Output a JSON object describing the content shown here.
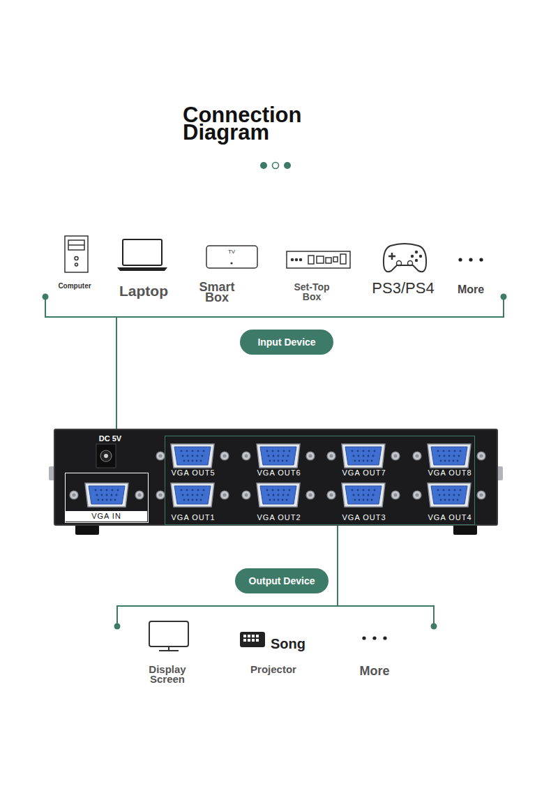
{
  "diagram": {
    "title": "Connection Diagram",
    "nodes": [
      {
        "text": [
          "Input Device"
        ]
      },
      {
        "text": [
          "DC 5V"
        ]
      },
      {
        "text": [
          "VGA IN"
        ],
        "in": 1
      },
      {
        "text": [
          "VGA OUT5",
          "VGA OUT6",
          "VGA OUT7",
          "VGA OUT8",
          "VGA OUT1",
          "VGA OUT2",
          "VGA OUT3",
          "VGA OUT4"
        ],
        "in": 1
      },
      {
        "text": [
          "Output Device"
        ]
      }
    ],
    "labels": [
      "TV",
      "Computer",
      "Laptop",
      "Smart Box",
      "Set-Top Box",
      "PS3/PS4",
      "More",
      "Display Screen",
      "Song",
      "Projector",
      "More"
    ]
  }
}
